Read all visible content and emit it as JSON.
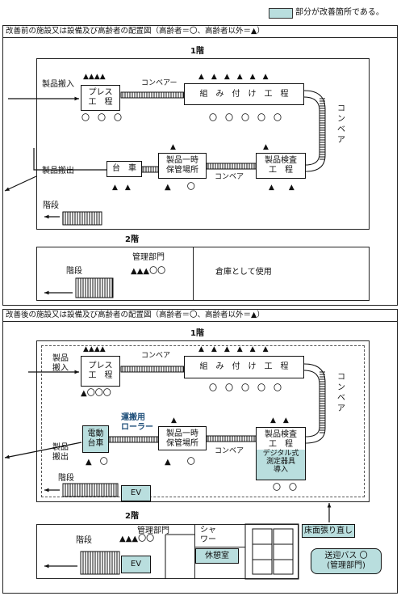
{
  "legend": {
    "text": "部分が改善箇所である。",
    "color": "#b9dede"
  },
  "before": {
    "title": "改善前の施設又は設備及び高齢者の配置図（高齢者＝〇、高齢者以外＝▲）",
    "floor1": {
      "label": "1階",
      "press": "プレス\n工　程",
      "conveyor_a": "コンベアー",
      "assembly": "組　み　付　け　工　程",
      "conveyor_right": "コンベア",
      "inspection": "製品検査\n工　程",
      "conveyor_b": "コンベア",
      "temp_storage": "製品一時\n保管場所",
      "cart": "台　車",
      "product_in": "製品搬入",
      "product_out": "製品搬出",
      "stairs": "階段",
      "marks_press_top": "▲▲▲▲",
      "marks_press_bottom": "〇　〇　〇",
      "marks_assembly_top": "▲　▲　▲　▲　▲　▲",
      "marks_assembly_bottom": "〇　〇　〇　〇　〇",
      "marks_storage_top": "▲",
      "marks_storage_bottom": "▲　　〇",
      "marks_inspection_top": "▲",
      "marks_inspection_bottom": "▲　　▲",
      "marks_cart_bottom": "▲　▲"
    },
    "floor2": {
      "label": "2階",
      "admin": "管理部門",
      "admin_marks": "▲▲▲〇〇",
      "warehouse": "倉庫として使用",
      "stairs": "階段"
    }
  },
  "after": {
    "title": "改善後の施設又は設備及び高齢者の配置図（高齢者＝〇、高齢者以外＝▲）",
    "floor1": {
      "label": "1階",
      "press": "プレス\n工　程",
      "conveyor_a": "コンベア",
      "assembly": "組　み　付　け　工　程",
      "conveyor_right": "コンベア",
      "inspection": "製品検査\n工　程",
      "digital": "デジタル式\n測定器具\n導入",
      "conveyor_b": "コンベア",
      "temp_storage": "製品一時\n保管場所",
      "electric_cart": "電動\n台車",
      "roller": "運搬用\nローラー",
      "product_in": "製品\n搬入",
      "product_out": "製品\n搬出",
      "stairs": "階段",
      "ev": "EV",
      "marks_press_top": "▲▲▲▲",
      "marks_press_bottom": "▲〇〇〇",
      "marks_assembly_top": "▲　▲　▲　▲　▲　▲",
      "marks_assembly_bottom": "〇　〇　〇　〇　〇",
      "marks_storage_top": "▲",
      "marks_storage_bottom": "▲　　〇",
      "marks_inspection_top": "▲　▲",
      "marks_inspection_bottom": "〇　〇",
      "marks_cart_bottom": "▲　〇"
    },
    "floor2": {
      "label": "2階",
      "admin": "管理部門",
      "admin_marks": "▲▲▲〇〇",
      "shower": "シャ\nワー",
      "rest_room": "休憩室",
      "stairs": "階段",
      "ev": "EV",
      "floor_repair": "床面張り直し",
      "bus": "送迎バス 〇\n(管理部門)"
    }
  }
}
